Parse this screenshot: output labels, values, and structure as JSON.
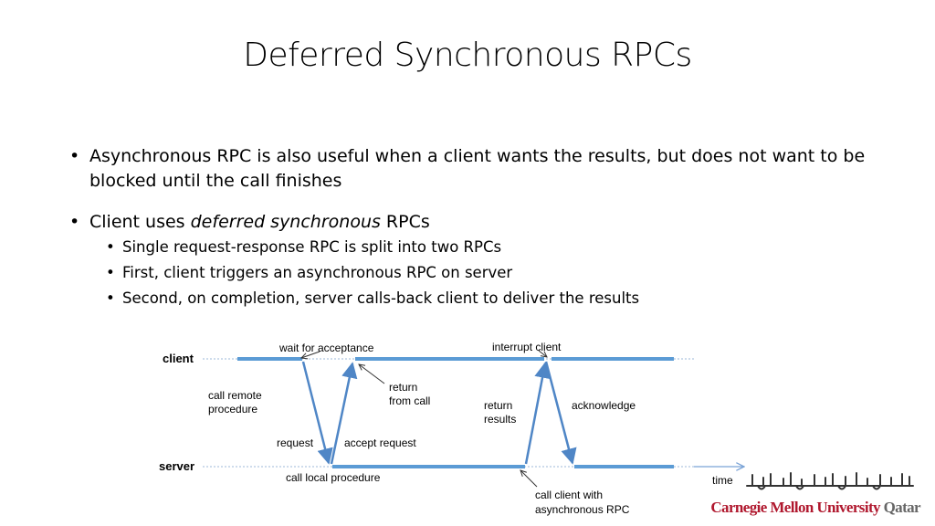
{
  "slide": {
    "title": "Deferred Synchronous RPCs",
    "bullets": [
      {
        "text": "Asynchronous RPC is also useful when a client wants the results, but does not want to be blocked until the call finishes"
      },
      {
        "prefix": "Client uses ",
        "emphasis": "deferred synchronous",
        "suffix": " RPCs",
        "subbullets": [
          "Single request-response RPC is split into two RPCs",
          "First, client triggers an asynchronous RPC on server",
          "Second, on completion, server calls-back client to deliver the results"
        ]
      }
    ]
  },
  "diagram": {
    "lanes": {
      "client": "client",
      "server": "server"
    },
    "axis_label": "time",
    "labels": {
      "wait_for_acceptance": "wait for acceptance",
      "interrupt_client": "interrupt client",
      "call_remote_line1": "call remote",
      "call_remote_line2": "procedure",
      "return_from_call_line1": "return",
      "return_from_call_line2": "from call",
      "return_results_line1": "return",
      "return_results_line2": "results",
      "acknowledge": "acknowledge",
      "request": "request",
      "accept_request": "accept request",
      "call_local_procedure": "call local procedure",
      "call_client_line1": "call client with",
      "call_client_line2": "asynchronous RPC"
    },
    "colors": {
      "bar": "#5b9bd5",
      "arrow": "#4f86c6",
      "dashed": "#9db8d9"
    }
  },
  "logo": {
    "arabic_text": "جامعة كارنيجي ميلون في قطر",
    "english_name": "Carnegie Mellon University",
    "english_suffix": "Qatar"
  }
}
